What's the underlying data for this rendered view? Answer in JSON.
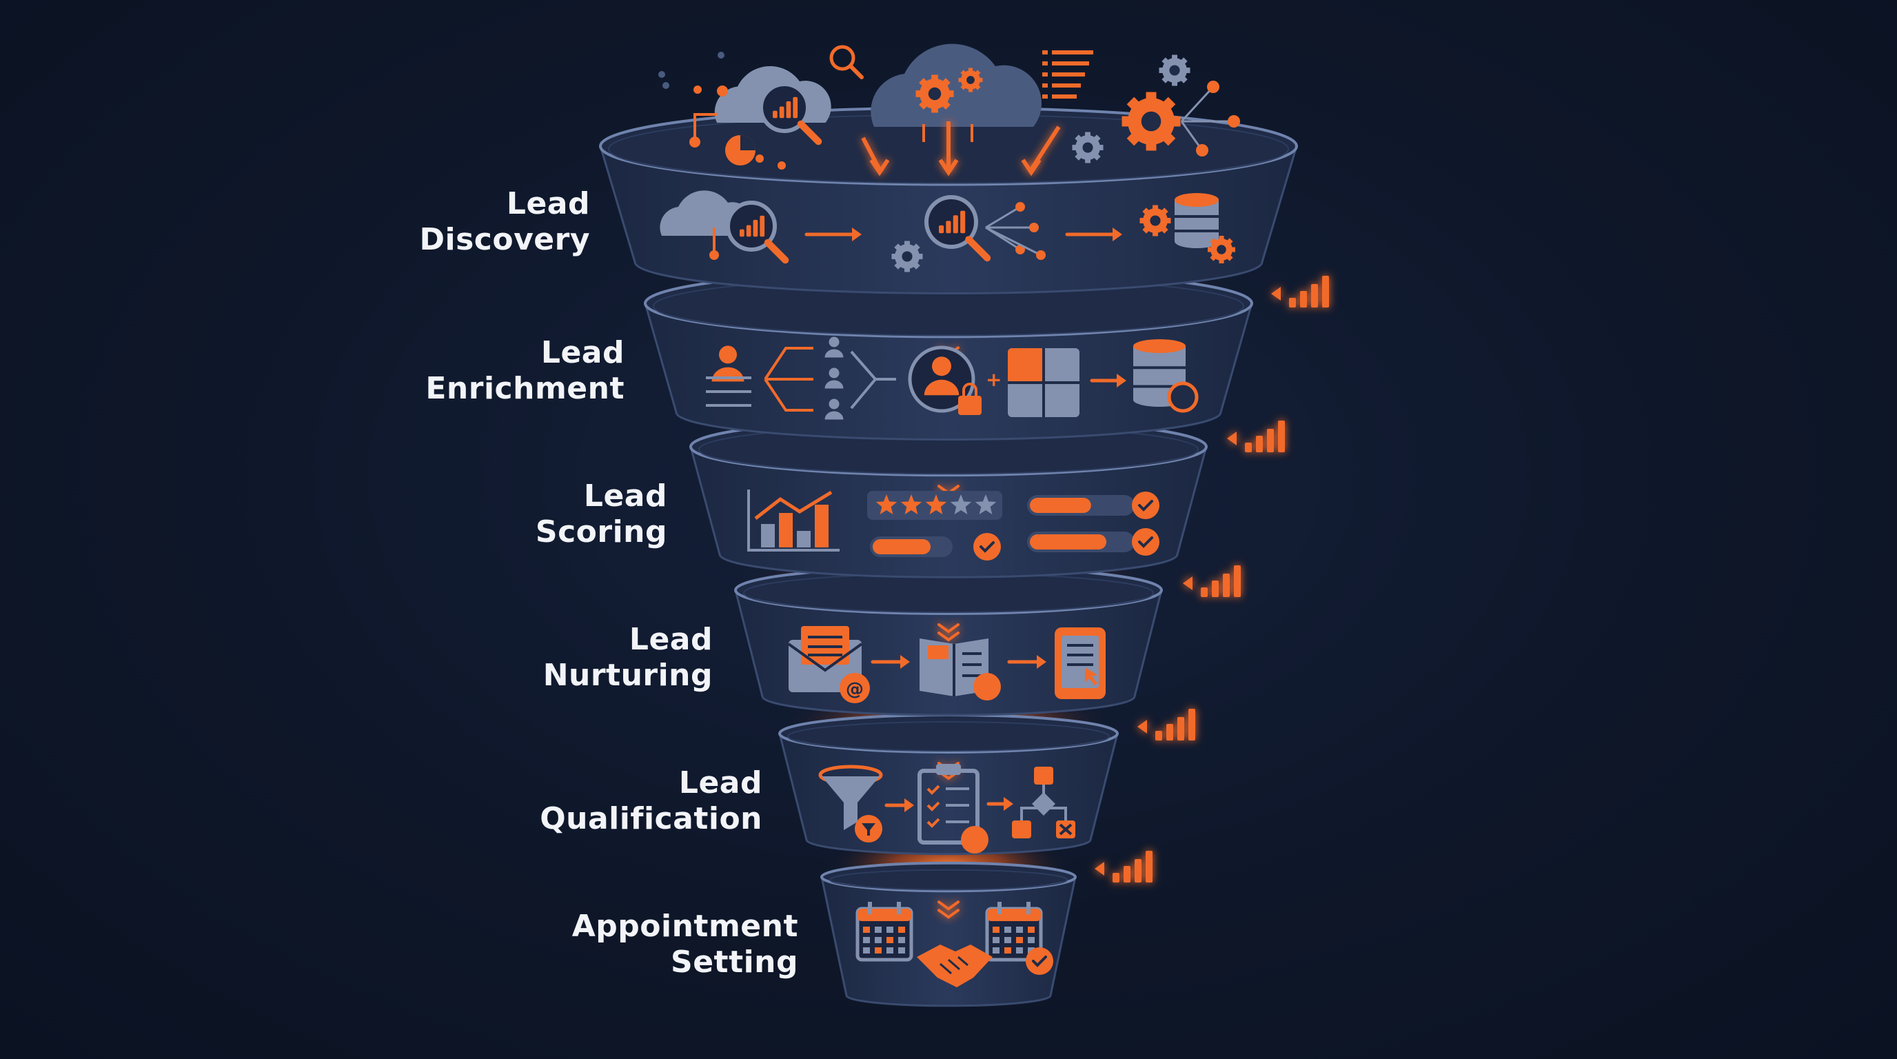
{
  "colors": {
    "background": "#0e1729",
    "band": "#253352",
    "band_edge": "#6f83ad",
    "accent": "#f26b2a",
    "icon_slate": "#8492b0",
    "label": "#f2f4f8"
  },
  "stages": [
    {
      "line1": "Lead",
      "line2": "Discovery",
      "icons": [
        "cloud-magnifier-chart-icon",
        "arrow-icon",
        "magnifier-network-icon",
        "arrow-icon",
        "gears-database-icon"
      ]
    },
    {
      "line1": "Lead",
      "line2": "Enrichment",
      "icons": [
        "person-flow-icon",
        "person-lock-icon",
        "puzzle-icon",
        "database-sync-icon"
      ]
    },
    {
      "line1": "Lead",
      "line2": "Scoring",
      "icons": [
        "bar-chart-trend-icon",
        "star-rating-icon",
        "progress-check-icon"
      ]
    },
    {
      "line1": "Lead",
      "line2": "Nurturing",
      "icons": [
        "email-icon",
        "ebook-icon",
        "tablet-icon"
      ]
    },
    {
      "line1": "Lead",
      "line2": "Qualification",
      "icons": [
        "filter-icon",
        "checklist-icon",
        "decision-tree-icon"
      ]
    },
    {
      "line1": "Appointment",
      "line2": "Setting",
      "icons": [
        "calendar-icon",
        "handshake-icon",
        "calendar-check-icon"
      ]
    }
  ],
  "top_icons": [
    "cloud-analytics-icon",
    "cloud-gears-icon",
    "gear-network-icon",
    "search-icon",
    "list-icon",
    "pie-chart-icon"
  ],
  "side_indicator_icon": "signal-bars-icon"
}
